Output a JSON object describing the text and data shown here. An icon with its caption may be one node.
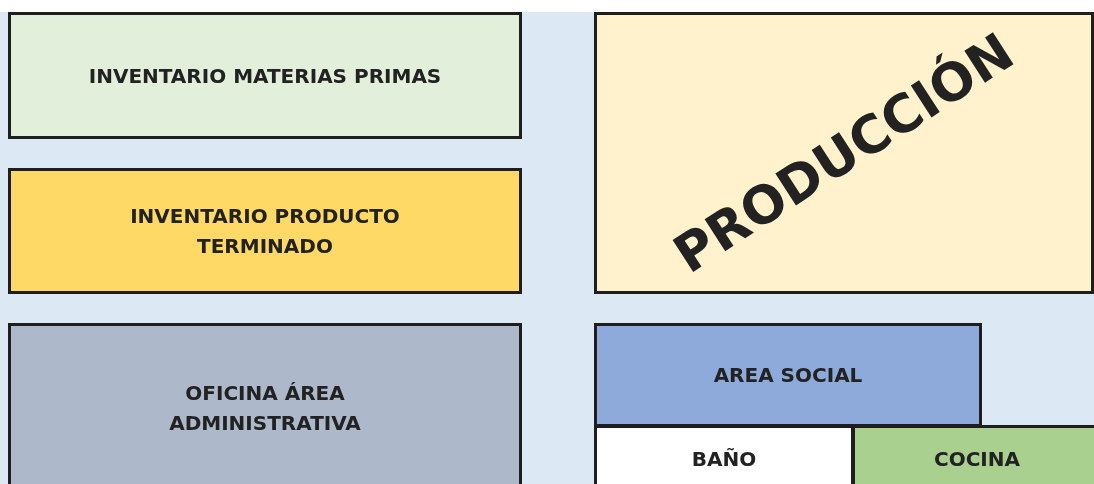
{
  "diagram": {
    "nodes": [
      {
        "text": [
          "INVENTARIO MATERIAS PRIMAS"
        ]
      },
      {
        "text": [
          "INVENTARIO PRODUCTO TERMINADO"
        ]
      },
      {
        "text": [
          "PRODUCCIÓN"
        ]
      },
      {
        "text": [
          "OFICINA ÁREA ADMINISTRATIVA"
        ]
      },
      {
        "text": [
          "AREA SOCIAL"
        ]
      },
      {
        "text": [
          "BAÑO"
        ]
      },
      {
        "text": [
          "COCINA"
        ]
      }
    ],
    "edges": []
  }
}
